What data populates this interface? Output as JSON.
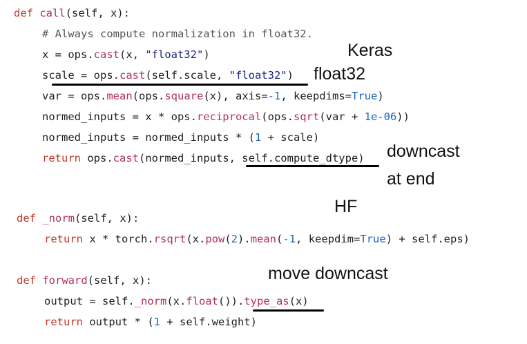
{
  "keras_block": {
    "def_kw": "def",
    "fn_name": "call",
    "params": "(self, x):",
    "comment": "# Always compute normalization in float32.",
    "l2_a": "x = ops.",
    "l2_fn": "cast",
    "l2_b": "(x, ",
    "l2_str": "\"float32\"",
    "l2_c": ")",
    "l3_a": "scale = ops.",
    "l3_fn": "cast",
    "l3_b": "(self.scale, ",
    "l3_str": "\"float32\"",
    "l3_c": ")",
    "l4_a": "var = ops.",
    "l4_fn1": "mean",
    "l4_b": "(ops.",
    "l4_fn2": "square",
    "l4_c": "(x), axis=",
    "l4_num": "-1",
    "l4_d": ", keepdims=",
    "l4_lit": "True",
    "l4_e": ")",
    "l5_a": "normed_inputs = x * ops.",
    "l5_fn1": "reciprocal",
    "l5_b": "(ops.",
    "l5_fn2": "sqrt",
    "l5_c": "(var + ",
    "l5_num": "1e-06",
    "l5_d": "))",
    "l6_a": "normed_inputs = normed_inputs * (",
    "l6_num": "1",
    "l6_b": " + scale)",
    "l7_kw": "return",
    "l7_a": " ops.",
    "l7_fn": "cast",
    "l7_b": "(normed_inputs, self.compute_dtype)"
  },
  "hf_norm": {
    "def_kw": "def",
    "fn_name": "_norm",
    "params": "(self, x):",
    "ret_kw": "return",
    "r_a": " x * torch.",
    "r_fn1": "rsqrt",
    "r_b": "(x.",
    "r_fn2": "pow",
    "r_c": "(",
    "r_num1": "2",
    "r_d": ").",
    "r_fn3": "mean",
    "r_e": "(",
    "r_num2": "-1",
    "r_f": ", keepdim=",
    "r_lit": "True",
    "r_g": ") + self.eps)"
  },
  "hf_forward": {
    "def_kw": "def",
    "fn_name": "forward",
    "params": "(self, x):",
    "o_a": "output = self.",
    "o_fn1": "_norm",
    "o_b": "(x.",
    "o_fn2": "float",
    "o_c": "()).",
    "o_fn3": "type_as",
    "o_d": "(x)",
    "ret_kw": "return",
    "ret_a": " output * (",
    "ret_num": "1",
    "ret_b": " + self.weight)"
  },
  "annotations": {
    "keras": "Keras",
    "float32": "float32",
    "downcast": "downcast",
    "at_end": "at end",
    "hf": "HF",
    "move_downcast": "move downcast"
  }
}
